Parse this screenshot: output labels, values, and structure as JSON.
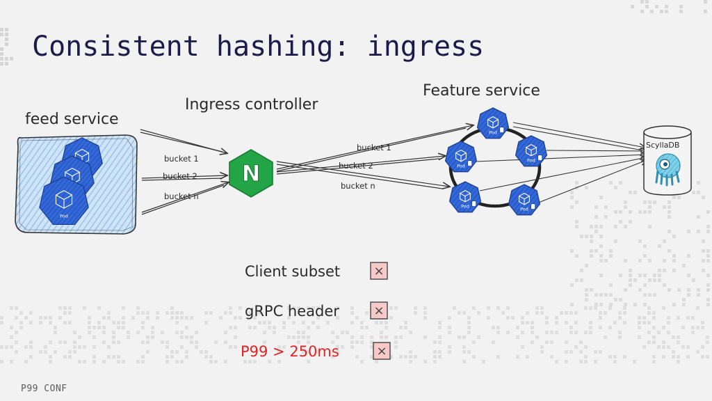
{
  "slide": {
    "title": "Consistent hashing: ingress",
    "footer": "P99 CONF"
  },
  "diagram": {
    "feed_service": {
      "label": "feed service",
      "pod_label": "Pod"
    },
    "ingress": {
      "label": "Ingress controller",
      "glyph": "N"
    },
    "feature_service": {
      "label": "Feature service",
      "pod_label": "Pod"
    },
    "database": {
      "label": "ScyllaDB"
    },
    "buckets_in": [
      "bucket 1",
      "bucket 2",
      "bucket n"
    ],
    "buckets_out": [
      "bucket 1",
      "bucket 2",
      "bucket n"
    ]
  },
  "checklist": [
    {
      "label": "Client subset",
      "mark": "×",
      "color": "#2a2a2a"
    },
    {
      "label": "gRPC header",
      "mark": "×",
      "color": "#2a2a2a"
    },
    {
      "label": "P99 > 250ms",
      "mark": "×",
      "color": "#e02424"
    }
  ],
  "colors": {
    "title": "#1e1b4b",
    "pod_blue": "#3268d8",
    "nginx_green": "#22a447",
    "scylla_teal": "#4fb7d6",
    "check_box_fill": "#f7c9c9",
    "highlight": "#e02424"
  }
}
